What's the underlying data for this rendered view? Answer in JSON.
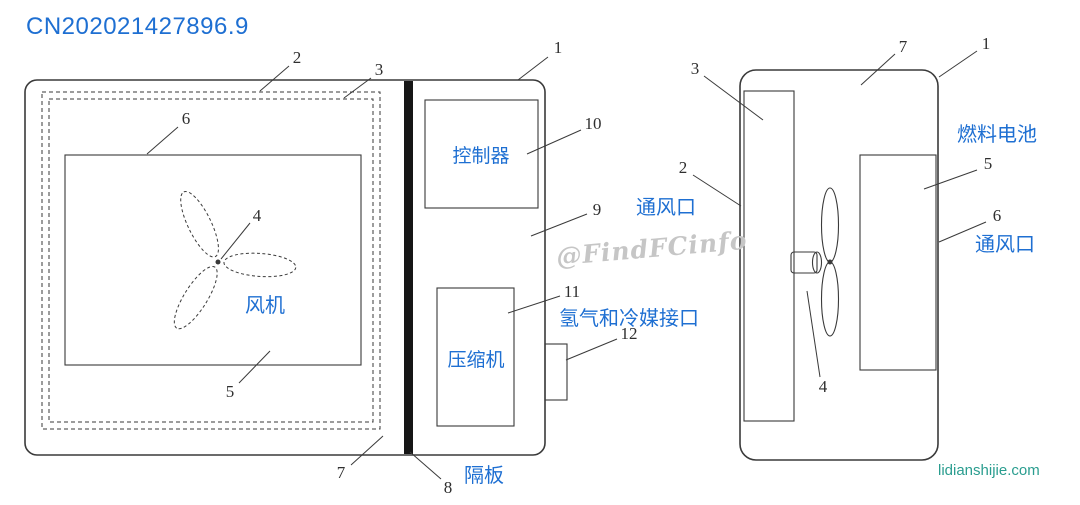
{
  "page": {
    "patent_number": "CN202021427896.9",
    "watermark": "@FindFCinfo",
    "website": "lidianshijie.com"
  },
  "colors": {
    "annotation_blue": "#1e6fd2",
    "drawing_line": "#3a3a3a",
    "watermark_gray": "#c6c6c6",
    "website_teal": "#2a9d8f"
  },
  "figure_left": {
    "component_labels": {
      "fan": "风机",
      "controller": "控制器",
      "compressor": "压缩机",
      "partition": "隔板",
      "hydrogen_refrigerant_port": "氢气和冷媒接口"
    },
    "refs": {
      "n1": "1",
      "n2": "2",
      "n3": "3",
      "n4": "4",
      "n5": "5",
      "n6": "6",
      "n7": "7",
      "n8": "8",
      "n9": "9",
      "n10": "10",
      "n11": "11",
      "n12": "12"
    }
  },
  "figure_right": {
    "component_labels": {
      "vent_left": "通风口",
      "fuel_cell": "燃料电池",
      "vent_right": "通风口"
    },
    "refs": {
      "n1": "1",
      "n2": "2",
      "n3": "3",
      "n4": "4",
      "n5": "5",
      "n6": "6",
      "n7": "7"
    }
  }
}
